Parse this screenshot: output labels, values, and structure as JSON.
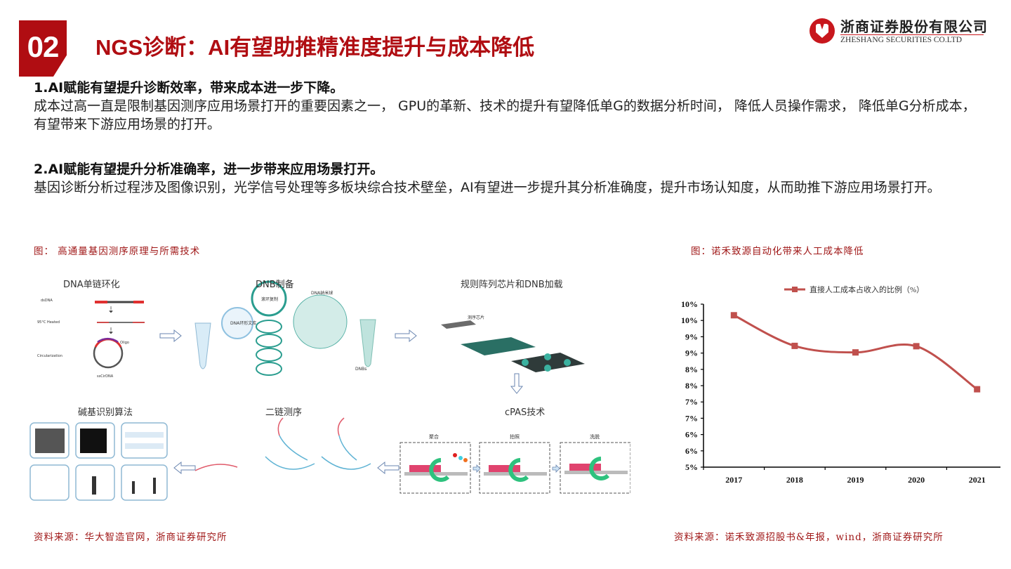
{
  "header": {
    "section_number": "02",
    "title": "NGS诊断：AI有望助推精准度提升与成本降低",
    "logo": {
      "name_cn": "浙商证券股份有限公司",
      "name_en": "ZHESHANG SECURITIES CO.LTD",
      "icon": "zheshang-logo-icon"
    }
  },
  "sections": [
    {
      "heading": "1.AI赋能有望提升诊断效率，带来成本进一步下降。",
      "body": "成本过高一直是限制基因测序应用场景打开的重要因素之一， GPU的革新、技术的提升有望降低单G的数据分析时间， 降低人员操作需求， 降低单G分析成本，有望带来下游应用场景的打开。"
    },
    {
      "heading": "2.AI赋能有望提升分析准确率，进一步带来应用场景打开。",
      "body": "基因诊断分析过程涉及图像识别，光学信号处理等多板块综合技术壁垒，AI有望进一步提升其分析准确度，提升市场认知度，从而助推下游应用场景打开。"
    }
  ],
  "left_figure": {
    "caption": "图： 高通量基因测序原理与所需技术",
    "source": "资料来源：华大智造官网，浙商证券研究所",
    "steps": {
      "step1": "DNA单链环化",
      "step2": "DNB制备",
      "step3": "规则阵列芯片和DNB加载",
      "step4": "cPAS技术",
      "step5": "二链测序",
      "step6": "碱基识别算法"
    },
    "sublabels": {
      "dsdna": "dsDNA",
      "heated": "95°C Heated",
      "circ": "Circularization",
      "oligo": "Oligo",
      "ssdna": "ssCirDNA",
      "lib": "DNA环形文库",
      "rca": "滚环复制",
      "nanoball": "DNA纳米球",
      "dnbs": "DNBs",
      "chip": "测序芯片",
      "cpas1": "聚合",
      "cpas2": "拍照",
      "cpas3": "洗脱"
    }
  },
  "right_figure": {
    "caption": "图：诺禾致源自动化带来人工成本降低",
    "source": "资料来源：诺禾致源招股书&年报，wind，浙商证券研究所"
  },
  "chart_data": {
    "type": "line",
    "title": "",
    "legend": [
      "直接人工成本占收入的比例（%）"
    ],
    "legend_position": "top",
    "categories": [
      "2017",
      "2018",
      "2019",
      "2020",
      "2021"
    ],
    "series": [
      {
        "name": "直接人工成本占收入的比例（%）",
        "values": [
          9.66,
          8.72,
          8.52,
          8.71,
          7.39
        ],
        "color": "#c0504d"
      }
    ],
    "y_tick_labels": [
      "5%",
      "6%",
      "6%",
      "7%",
      "7%",
      "8%",
      "8%",
      "9%",
      "9%",
      "10%",
      "10%"
    ],
    "y_ticks": [
      5.0,
      5.5,
      6.0,
      6.5,
      7.0,
      7.5,
      8.0,
      8.5,
      9.0,
      9.5,
      10.0
    ],
    "ylim": [
      5,
      10
    ],
    "xlabel": "",
    "ylabel": "",
    "grid": false,
    "smooth": true,
    "marker": "square"
  }
}
